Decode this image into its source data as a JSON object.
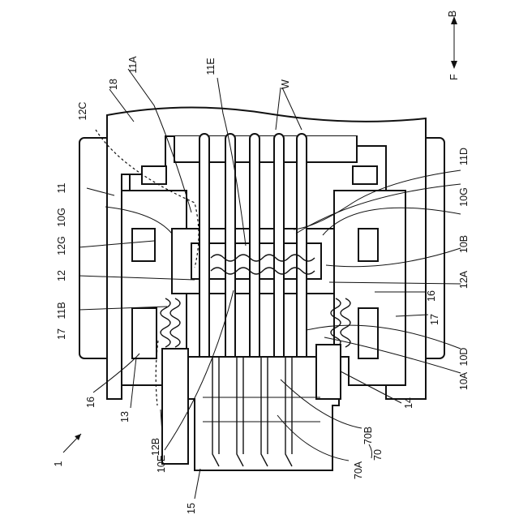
{
  "figure": {
    "direction": {
      "b": "B",
      "f": "F"
    },
    "labels": {
      "n1": "1",
      "n10A": "10A",
      "n10B": "10B",
      "n10D": "10D",
      "n10E": "10E",
      "n10G_left": "10G",
      "n10G_right": "10G",
      "n11": "11",
      "n11A": "11A",
      "n11B": "11B",
      "n11D": "11D",
      "n11E": "11E",
      "n12": "12",
      "n12A": "12A",
      "n12B": "12B",
      "n12C": "12C",
      "n12G": "12G",
      "n13": "13",
      "n14": "14",
      "n15": "15",
      "n16_left": "16",
      "n16_right": "16",
      "n17_left": "17",
      "n17_right": "17",
      "n18": "18",
      "n70": "70",
      "n70A": "70A",
      "n70B": "70B",
      "nW": "W"
    }
  }
}
